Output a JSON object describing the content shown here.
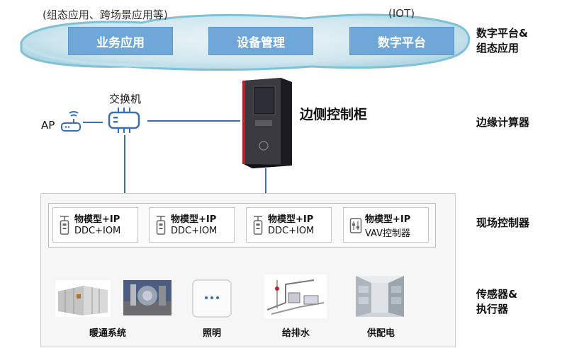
{
  "cloud": {
    "note_left": "(组态应用、跨场景应用等)",
    "note_right": "(IOT)",
    "boxes": [
      "业务应用",
      "设备管理",
      "数字平台"
    ]
  },
  "layers": {
    "platform": "数字平台&",
    "platform_2": "组态应用",
    "edge": "边缘计算器",
    "field": "现场控制器",
    "sensor": "传感器&",
    "sensor_2": "执行器"
  },
  "edge": {
    "cabinet_label": "边侧控制柜",
    "switch_label": "交换机",
    "ap_label": "AP"
  },
  "controllers": [
    {
      "line1": "物模型+IP",
      "line2": "DDC+IOM"
    },
    {
      "line1": "物模型+IP",
      "line2": "DDC+IOM"
    },
    {
      "line1": "物模型+IP",
      "line2": "DDC+IOM"
    },
    {
      "line1": "物模型+IP",
      "line2": "VAV控制器"
    }
  ],
  "sensors": [
    "暖通系统",
    "照明",
    "给排水",
    "供配电"
  ],
  "colors": {
    "cloud_box": "#6fa7d8",
    "line": "#3b6fb0",
    "cabinet_accent": "#c0202a"
  }
}
